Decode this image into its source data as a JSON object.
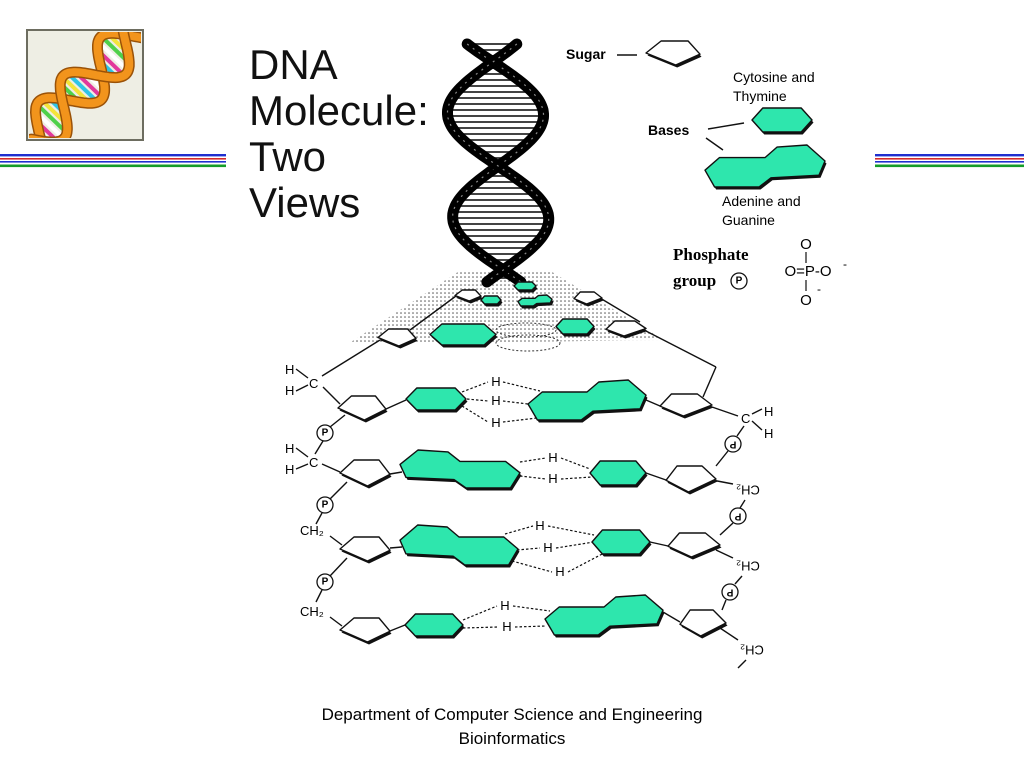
{
  "slide": {
    "title_lines": [
      "DNA",
      "Molecule:",
      "Two",
      "Views"
    ],
    "footer": {
      "line1": "Department of Computer Science and Engineering",
      "line2": "Bioinformatics"
    }
  },
  "legend": {
    "sugar_label": "Sugar",
    "pyrimidine_label": [
      "Cytosine and",
      "Thymine"
    ],
    "bases_label": "Bases",
    "purine_label": [
      "Adenine and",
      "Guanine"
    ],
    "phosphate_label": [
      "Phosphate",
      "group"
    ],
    "phosphate_symbol": "P",
    "phosphate_formula": {
      "top": "O",
      "middle": "O=P-O",
      "middle_charge": "-",
      "bottom": "O",
      "bottom_charge": "-"
    }
  },
  "ladder": {
    "hydrogen": "H",
    "carbon": "C",
    "methylene": "CH₂",
    "phosphate": "P"
  },
  "colors": {
    "base_fill": "#2ee6ad",
    "stripe_blue": "#1f2fcf",
    "stripe_red": "#d42a2a",
    "stripe_green": "#169c2a",
    "logo_strand": "#f2941c",
    "logo_bars": [
      "#e2389c",
      "#2fc4e6",
      "#f4e43a",
      "#4fd04a",
      "#ffffff"
    ]
  }
}
